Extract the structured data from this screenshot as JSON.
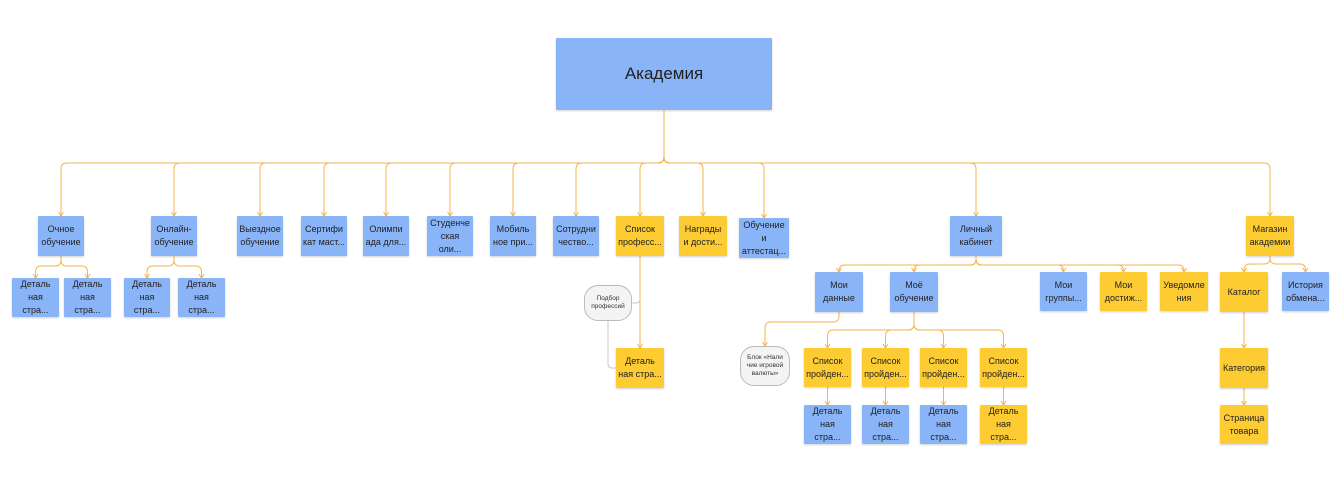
{
  "colors": {
    "blue": "#8ab4f8",
    "yellow": "#fdcc33",
    "connector": "#f3b54c",
    "note_connector": "#c9c9c9"
  },
  "root": {
    "label": "Академия"
  },
  "nodes": {
    "ochnoe": "Очное\nобучение",
    "online": "Онлайн-\nобучение",
    "vyezdnoe": "Выездное\nобучение",
    "sertifikat": "Сертифи\nкат маст...",
    "olimpiada": "Олимпи\nада для...",
    "studencheskaya": "Студенче\nская оли...",
    "mobilnoe": "Мобиль\nное при...",
    "sotrudnichestvo": "Сотрудни\nчество...",
    "spisok_prof": "Список\nпрофесс...",
    "nagrady": "Награды\nи дости...",
    "obuchenie_attest": "Обучение и\nаттестац...",
    "lichny": "Личный\nкабинет",
    "magazin": "Магазин\nакадемии",
    "detail_1": "Деталь\nная стра...",
    "detail_2": "Деталь\nная стра...",
    "detail_3": "Деталь\nная стра...",
    "detail_4": "Деталь\nная стра...",
    "podbor": "Подбор\nпрофессий",
    "detail_prof": "Деталь\nная стра...",
    "moi_dannye": "Мои\nданные",
    "moe_obuchenie": "Моё\nобучение",
    "moi_gruppy": "Мои\nгруппы...",
    "moi_dostizh": "Мои\nдостиж...",
    "uvedomleniya": "Уведомле\nния",
    "blok_valuty": "Блок «Нали\nчие игровой\nвалюты»",
    "spisok_p1": "Список\nпройден...",
    "spisok_p2": "Список\nпройден...",
    "spisok_p3": "Список\nпройден...",
    "spisok_p4": "Список\nпройден...",
    "detail_p1": "Деталь\nная стра...",
    "detail_p2": "Деталь\nная стра...",
    "detail_p3": "Деталь\nная стра...",
    "detail_p4": "Деталь\nная стра...",
    "katalog": "Каталог",
    "istoriya": "История\nобмена...",
    "kategoriya": "Категория",
    "stranica": "Страница\nтовара"
  }
}
